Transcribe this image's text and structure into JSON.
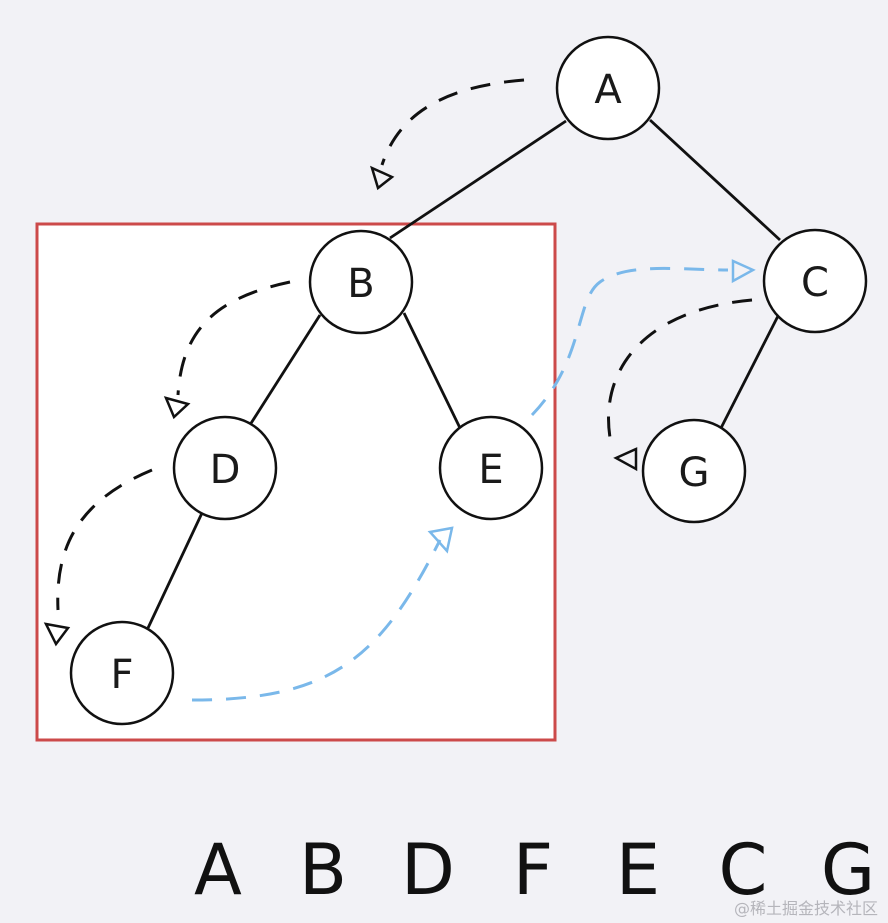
{
  "diagram": {
    "nodes": [
      {
        "id": "A",
        "label": "A"
      },
      {
        "id": "B",
        "label": "B"
      },
      {
        "id": "C",
        "label": "C"
      },
      {
        "id": "D",
        "label": "D"
      },
      {
        "id": "E",
        "label": "E"
      },
      {
        "id": "F",
        "label": "F"
      },
      {
        "id": "G",
        "label": "G"
      }
    ],
    "edges": [
      {
        "from": "A",
        "to": "B"
      },
      {
        "from": "A",
        "to": "C"
      },
      {
        "from": "B",
        "to": "D"
      },
      {
        "from": "B",
        "to": "E"
      },
      {
        "from": "C",
        "to": "G"
      },
      {
        "from": "D",
        "to": "F"
      }
    ],
    "traversal_arrows": [
      {
        "from": "A",
        "to": "B",
        "color": "#111111"
      },
      {
        "from": "B",
        "to": "D",
        "color": "#111111"
      },
      {
        "from": "D",
        "to": "F",
        "color": "#111111"
      },
      {
        "from": "F",
        "to": "E",
        "color": "#7ab8ea"
      },
      {
        "from": "E",
        "to": "C",
        "color": "#7ab8ea"
      },
      {
        "from": "C",
        "to": "G",
        "color": "#111111"
      }
    ],
    "highlight_subtree_root": "B",
    "highlight_color": "#cc4a4a"
  },
  "sequence": [
    "A",
    "B",
    "D",
    "F",
    "E",
    "C",
    "G"
  ],
  "watermark": "@稀土掘金技术社区"
}
